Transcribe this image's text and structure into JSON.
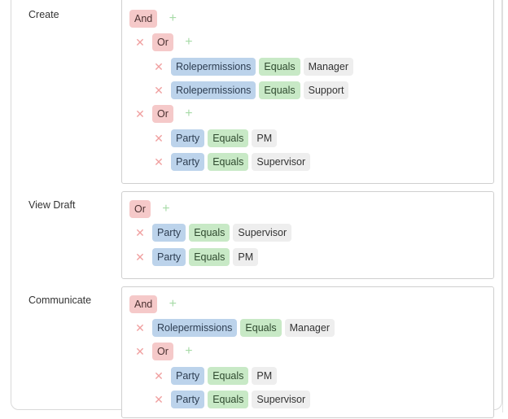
{
  "sections": [
    {
      "label": "Create",
      "root": "And",
      "groups": [
        {
          "op": "Or",
          "rules": [
            {
              "field": "Rolepermissions",
              "cmp": "Equals",
              "value": "Manager"
            },
            {
              "field": "Rolepermissions",
              "cmp": "Equals",
              "value": "Support"
            }
          ]
        },
        {
          "op": "Or",
          "rules": [
            {
              "field": "Party",
              "cmp": "Equals",
              "value": "PM"
            },
            {
              "field": "Party",
              "cmp": "Equals",
              "value": "Supervisor"
            }
          ]
        }
      ]
    },
    {
      "label": "View Draft",
      "root": "Or",
      "rules": [
        {
          "field": "Party",
          "cmp": "Equals",
          "value": "Supervisor"
        },
        {
          "field": "Party",
          "cmp": "Equals",
          "value": "PM"
        }
      ]
    },
    {
      "label": "Communicate",
      "root": "And",
      "rules": [
        {
          "field": "Rolepermissions",
          "cmp": "Equals",
          "value": "Manager"
        }
      ],
      "groups": [
        {
          "op": "Or",
          "rules": [
            {
              "field": "Party",
              "cmp": "Equals",
              "value": "PM"
            },
            {
              "field": "Party",
              "cmp": "Equals",
              "value": "Supervisor"
            }
          ]
        }
      ]
    }
  ],
  "icons": {
    "remove": "x-icon",
    "add": "plus-icon"
  },
  "colors": {
    "operator": "#f5c9c9",
    "field": "#bcd3eb",
    "comparator": "#c8e9c6",
    "value": "#eeeeee",
    "remove": "#f0a0a0",
    "add": "#a7dba7"
  }
}
